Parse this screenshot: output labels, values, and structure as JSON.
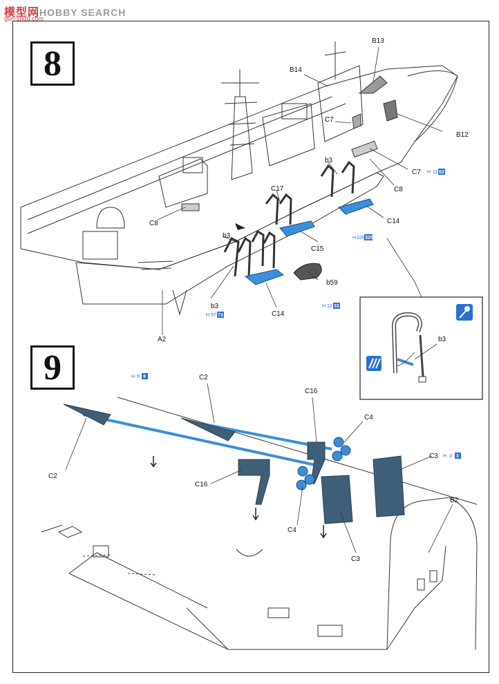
{
  "watermark": {
    "cn": "模型网",
    "en": "HOBBY SEARCH",
    "url": "gun-shou.com"
  },
  "steps": [
    {
      "number": "8"
    },
    {
      "number": "9"
    }
  ],
  "step8_labels": {
    "b13": "B13",
    "b14": "B14",
    "b12": "B12",
    "c7_top": "C7",
    "c7_right": "C7",
    "b3_top": "b3",
    "b3_mid": "b3",
    "b3_bottom": "b3",
    "c8_right": "C8",
    "c8_left": "C8",
    "c17": "C17",
    "c14_right": "C14",
    "c14_bottom": "C14",
    "c15": "C15",
    "b59": "b59",
    "a2": "A2",
    "inset_b3": "b3"
  },
  "step8_paint": {
    "c7": {
      "h": "H",
      "n1": "11",
      "n2": "62"
    },
    "c14": {
      "h": "H",
      "n1": "326",
      "n2": "325"
    },
    "b3": {
      "h": "H",
      "n1": "57",
      "n2": "73"
    },
    "b59": {
      "h": "H",
      "n1": "12",
      "n2": "33"
    }
  },
  "step9_labels": {
    "c2_top": "C2",
    "c2_left": "C2",
    "c16_top": "C16",
    "c16_left": "C16",
    "c4_top": "C4",
    "c4_bottom": "C4",
    "c3_right": "C3",
    "c3_bottom": "C3",
    "b2": "B2"
  },
  "step9_paint": {
    "shaft": {
      "h": "H",
      "n1": "9",
      "n2": "9"
    },
    "c3": {
      "h": "H",
      "n1": "3",
      "n2": "3"
    }
  },
  "colors": {
    "blue_part": "#3a8fd8",
    "dark_part": "#3f5f78",
    "line": "#333333",
    "paint_code": "#2a6fd6"
  }
}
